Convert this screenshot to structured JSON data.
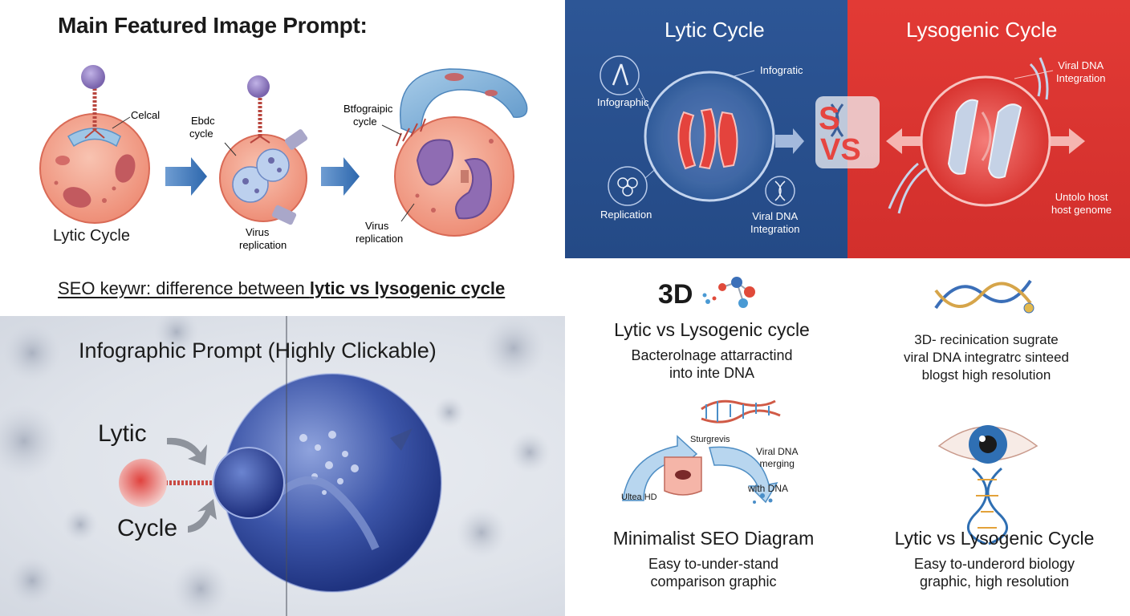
{
  "q1": {
    "title": "Main Featured Image Prompt:",
    "label_celcal": "Celcal",
    "label_ebdc": "Ebdc",
    "label_cycle1": "cycle",
    "label_btfograipic": "Btfograipic",
    "label_cycle2": "cycle",
    "label_lytic_cycle": "Lytic Cycle",
    "label_virus1": "Virus",
    "label_replication1": "replication",
    "label_virus2": "Virus",
    "label_replication2": "replication",
    "seo_prefix": "SEO keywr: difference between ",
    "seo_bold": "lytic vs lysogenic cycle"
  },
  "q2": {
    "left_title": "Lytic Cycle",
    "right_title": "Lysogenic Cycle",
    "infographic_1": "Infographic",
    "infographic_2": "Infogratic",
    "replication": "Replication",
    "viral_dna_1a": "Viral DNA",
    "viral_dna_1b": "Integration",
    "viral_dna_2a": "Viral DNA",
    "viral_dna_2b": "Integration",
    "host_1": "Untolo host",
    "host_2": "host genome",
    "vs_top": "S",
    "vs_bottom": "VS"
  },
  "q3": {
    "title_left": "Infographic Prompt",
    "title_right": "(Highly Clickable)",
    "lytic": "Lytic",
    "cycle": "Cycle"
  },
  "q4": {
    "card1": {
      "badge": "3D",
      "title": "Lytic vs Lysogenic cycle",
      "line1": "Bacterolnage attarractind",
      "line2": "into inte DNA"
    },
    "card2": {
      "line1": "3D- recinication sugrate",
      "line2": "viral DNA integratrc sinteed",
      "line3": "blogst high resolution"
    },
    "card3": {
      "arrow_label": "Sturgrevis",
      "viral_a": "Viral DNA",
      "viral_b": "merging",
      "with": "with DNA",
      "ultra": "Ultea HD",
      "title": "Minimalist SEO Diagram",
      "line1": "Easy to-under-stand",
      "line2": "comparison graphic"
    },
    "card4": {
      "title": "Lytic vs Lysogenic Cycle",
      "line1": "Easy to-underord biology",
      "line2": "graphic, high resolution"
    }
  },
  "colors": {
    "blue_panel": "#2d5696",
    "red_panel": "#e23a35",
    "cell_fill": "#f2a28c",
    "phage_head": "#8f7bbf"
  }
}
